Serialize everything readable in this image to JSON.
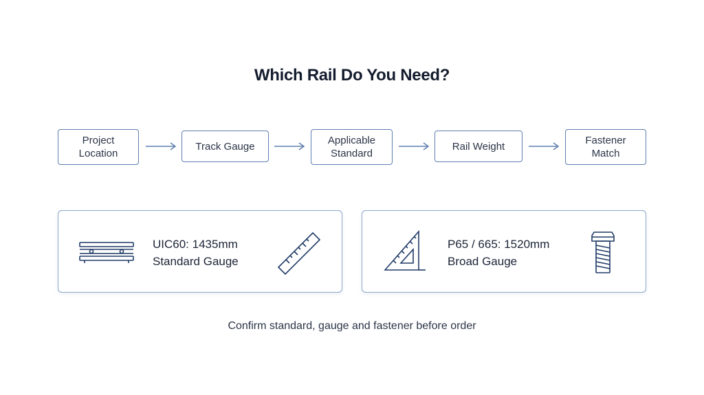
{
  "title": "Which Rail Do You Need?",
  "flow_steps": [
    {
      "label_line1": "Project",
      "label_line2": "Location"
    },
    {
      "label_line1": "Track Gauge",
      "label_line2": ""
    },
    {
      "label_line1": "Applicable",
      "label_line2": "Standard"
    },
    {
      "label_line1": "Rail Weight",
      "label_line2": ""
    },
    {
      "label_line1": "Fastener",
      "label_line2": "Match"
    }
  ],
  "cards": [
    {
      "line1": "UIC60: 1435mm",
      "line2": "Standard Gauge",
      "left_icon": "rail-profile-icon",
      "right_icon": "ruler-icon"
    },
    {
      "line1": "P65 / 665: 1520mm",
      "line2": "Broad Gauge",
      "left_icon": "set-square-icon",
      "right_icon": "bolt-icon"
    }
  ],
  "footer": "Confirm standard, gauge and fastener before order",
  "colors": {
    "box_border": "#5e7eae",
    "card_border": "#8ca7cc",
    "icon_stroke": "#1f3a66",
    "title": "#141c2e"
  }
}
